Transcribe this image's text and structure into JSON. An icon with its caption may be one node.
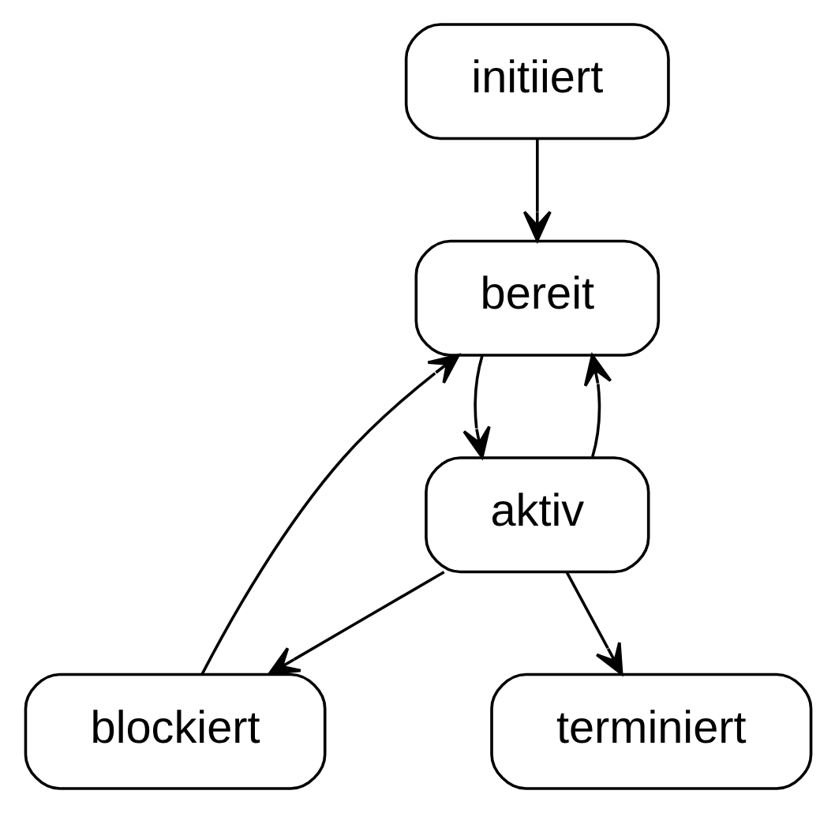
{
  "diagram": {
    "nodes": [
      {
        "text": [
          "initiiert"
        ]
      },
      {
        "text": [
          "bereit"
        ]
      },
      {
        "text": [
          "aktiv"
        ]
      },
      {
        "text": [
          "blockiert"
        ]
      },
      {
        "text": [
          "terminiert"
        ]
      }
    ],
    "edges": [
      {
        "from": 0,
        "to": 1,
        "arrow": "to"
      },
      {
        "from": 1,
        "to": 2,
        "arrow": "to"
      },
      {
        "from": 2,
        "to": 1,
        "arrow": "to"
      },
      {
        "from": 3,
        "to": 1,
        "arrow": "to"
      },
      {
        "from": 2,
        "to": 3,
        "arrow": "to"
      },
      {
        "from": 2,
        "to": 4,
        "arrow": "to"
      }
    ]
  }
}
